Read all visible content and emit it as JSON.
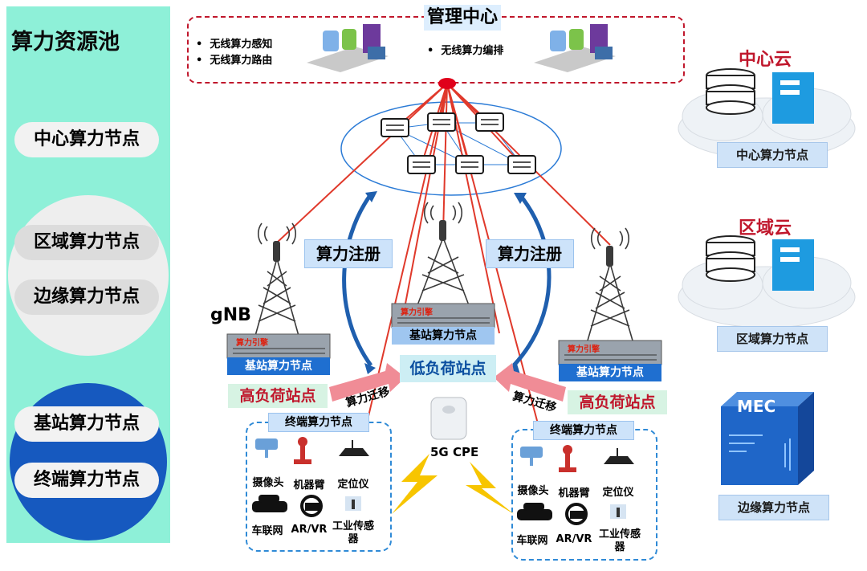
{
  "left_panel": {
    "title": "算力资源池",
    "items": [
      "中心算力节点",
      "区域算力节点",
      "边缘算力节点",
      "基站算力节点",
      "终端算力节点"
    ]
  },
  "management": {
    "title": "管理中心",
    "items_left": [
      "无线算力感知",
      "无线算力路由"
    ],
    "item_right": "无线算力编排"
  },
  "center": {
    "gnb": "gNB",
    "register_left": "算力注册",
    "register_right": "算力注册",
    "engine_label": "算力引擎",
    "station_node": "基站算力节点",
    "low_load": "低负荷站点",
    "high_load_left": "高负荷站点",
    "high_load_right": "高负荷站点",
    "migrate_left": "算力迁移",
    "migrate_right": "算力迁移",
    "terminal_node": "终端算力节点",
    "cpe": "5G CPE",
    "devices": [
      "摄像头",
      "机器臂",
      "定位仪",
      "车联网",
      "AR/VR",
      "工业传感器"
    ]
  },
  "right_panel": {
    "center_cloud_title": "中心云",
    "center_cloud_label": "中心算力节点",
    "region_cloud_title": "区域云",
    "region_cloud_label": "区域算力节点",
    "mec_title": "MEC",
    "mec_label": "边缘算力节点"
  },
  "colors": {
    "panel_bg": "#8ef0d8",
    "red": "#c0172c",
    "blue": "#1f6fd0",
    "label_blue": "#cde3fa"
  }
}
